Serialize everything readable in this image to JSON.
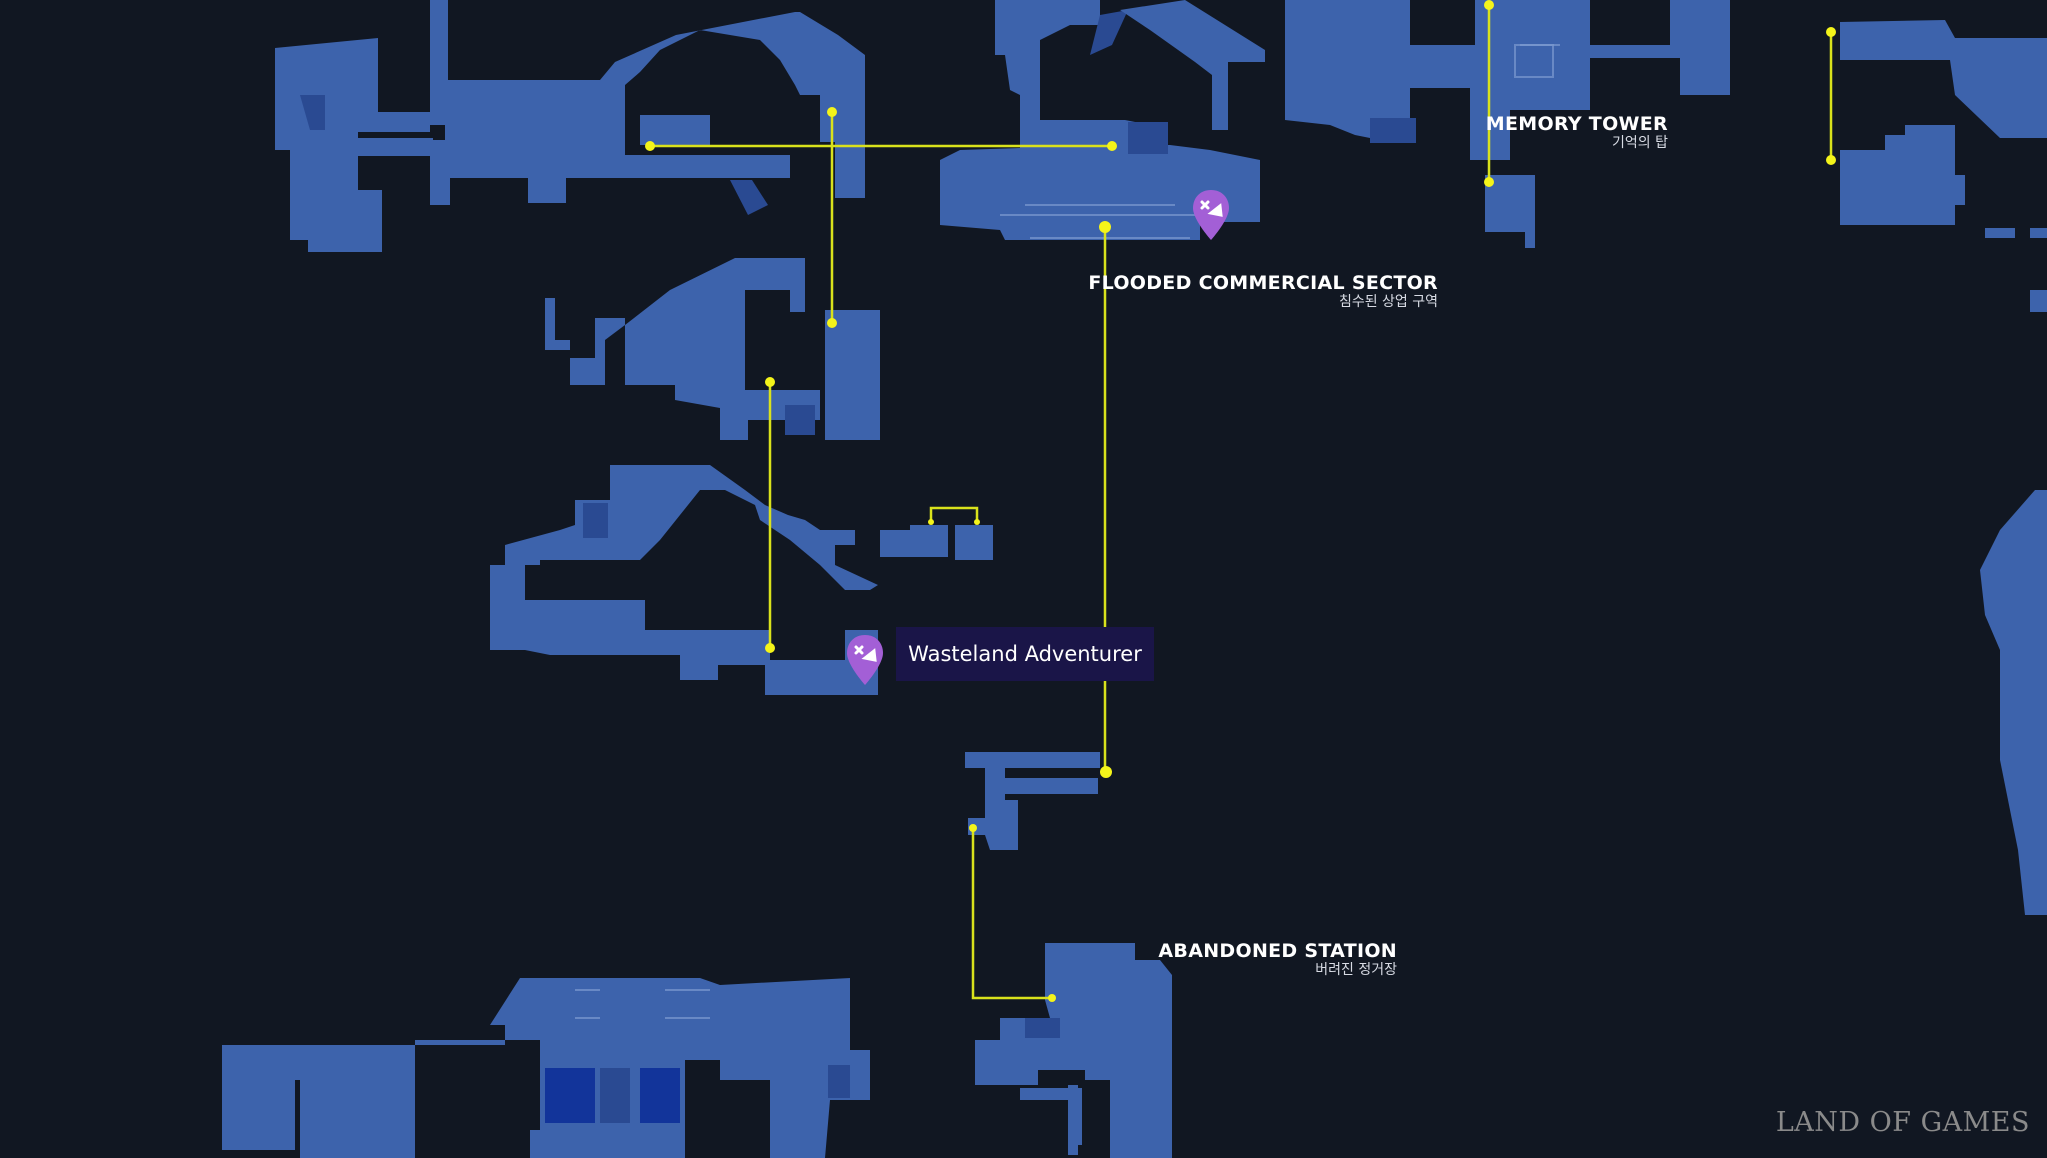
{
  "regions": {
    "memory_tower": {
      "en": "MEMORY TOWER",
      "ko": "기억의 탑"
    },
    "flooded_commercial_sector": {
      "en": "FLOODED COMMERCIAL SECTOR",
      "ko": "침수된 상업 구역"
    },
    "abandoned_station": {
      "en": "ABANDONED STATION",
      "ko": "버려진 정거장"
    }
  },
  "markers": [
    {
      "icon": "adventurer-pin-icon",
      "label": "Wasteland Adventurer",
      "color": "#a35fd6"
    },
    {
      "icon": "adventurer-pin-icon",
      "color": "#a35fd6"
    }
  ],
  "tooltip": {
    "text": "Wasteland Adventurer"
  },
  "watermark": "LAND OF GAMES",
  "colors": {
    "background": "#111722",
    "room": "#3d63ac",
    "connector": "#d9e21c",
    "node": "#f4f41a",
    "marker": "#a35fd6",
    "tooltip_bg": "#1a1548"
  }
}
